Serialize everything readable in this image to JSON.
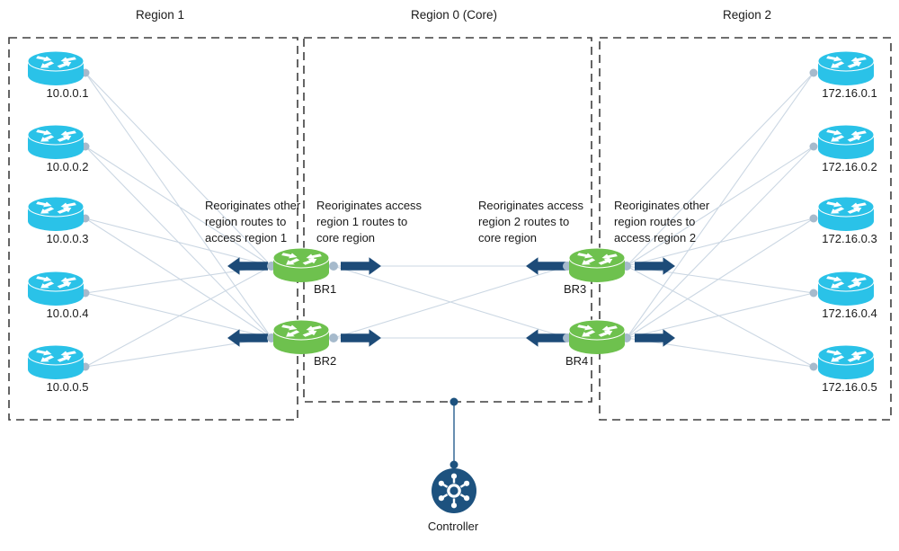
{
  "regions": {
    "region1": {
      "title": "Region 1",
      "routers": [
        {
          "label": "10.0.0.1"
        },
        {
          "label": "10.0.0.2"
        },
        {
          "label": "10.0.0.3"
        },
        {
          "label": "10.0.0.4"
        },
        {
          "label": "10.0.0.5"
        }
      ]
    },
    "region0": {
      "title": "Region 0 (Core)"
    },
    "region2": {
      "title": "Region 2",
      "routers": [
        {
          "label": "172.16.0.1"
        },
        {
          "label": "172.16.0.2"
        },
        {
          "label": "172.16.0.3"
        },
        {
          "label": "172.16.0.4"
        },
        {
          "label": "172.16.0.5"
        }
      ]
    }
  },
  "border_routers": [
    {
      "label": "BR1"
    },
    {
      "label": "BR2"
    },
    {
      "label": "BR3"
    },
    {
      "label": "BR4"
    }
  ],
  "annotations": {
    "br1_access": {
      "lines": [
        "Reoriginates other",
        "region routes to",
        "access region 1"
      ]
    },
    "br1_core": {
      "lines": [
        "Reoriginates access",
        "region 1 routes to",
        "core region"
      ]
    },
    "br3_core": {
      "lines": [
        "Reoriginates access",
        "region 2 routes to",
        "core region"
      ]
    },
    "br3_access": {
      "lines": [
        "Reoriginates other",
        "region  routes to",
        "access region 2"
      ]
    }
  },
  "controller": {
    "label": "Controller"
  },
  "icons": {
    "access_router": "cisco-router-icon",
    "border_router": "cisco-router-icon",
    "controller": "hub-network-icon",
    "route_arrow": "fat-arrow-icon"
  },
  "colors": {
    "access_router": "#2AC2E8",
    "border_router": "#6EC14E",
    "fat_arrow": "#1D4B78",
    "controller": "#1D527F",
    "controller_line": "#41719C",
    "link_line": "#CBD7E3",
    "link_dot": "#A6BACC",
    "region_border": "#3F3F3F",
    "text": "#1A1A1A"
  }
}
